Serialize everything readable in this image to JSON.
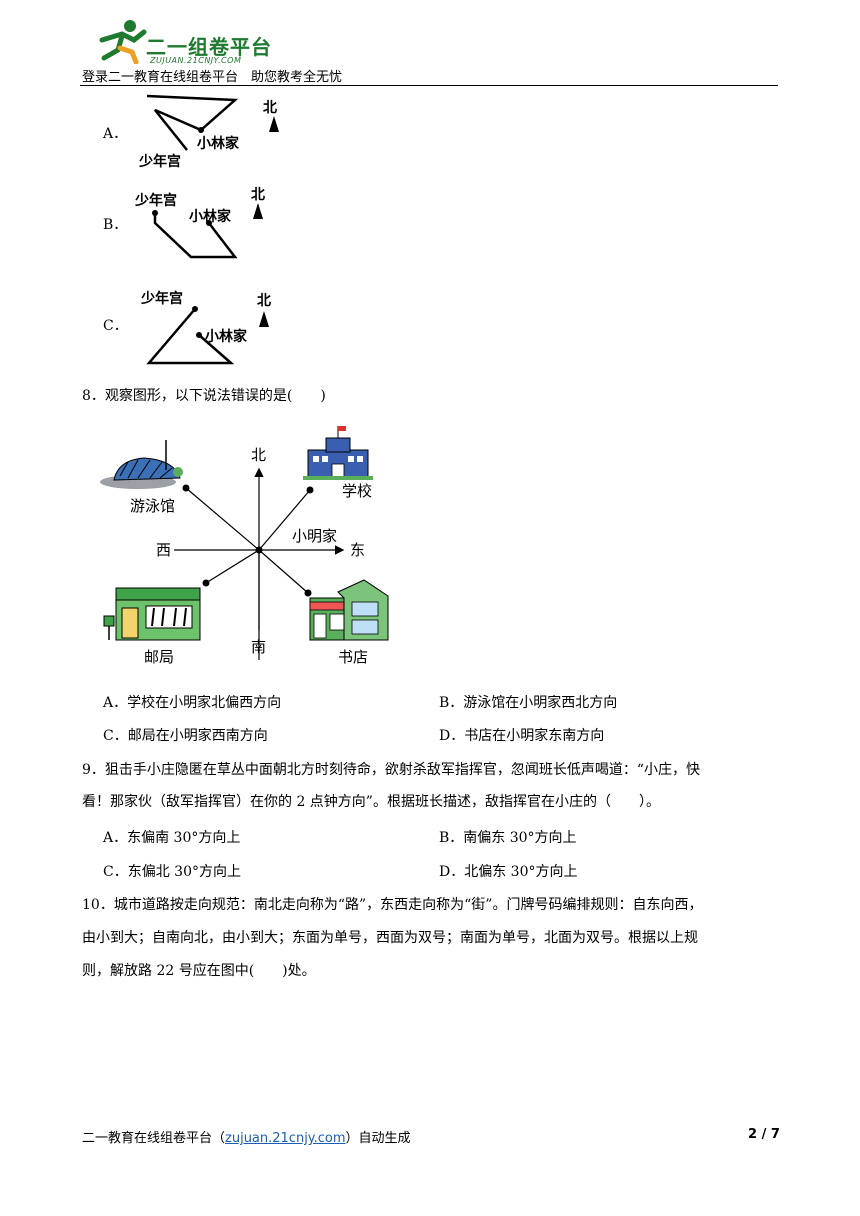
{
  "header": {
    "logo_text": "二一组卷平台",
    "logo_sub": "ZUJUAN.21CNJY.COM",
    "tagline": "登录二一教育在线组卷平台　助您教考全无忧"
  },
  "q7_options": [
    {
      "label": "A．",
      "youth_palace": "少年宫",
      "home": "小林家",
      "north": "北"
    },
    {
      "label": "B．",
      "youth_palace": "少年宫",
      "home": "小林家",
      "north": "北"
    },
    {
      "label": "C．",
      "youth_palace": "少年宫",
      "home": "小林家",
      "north": "北"
    }
  ],
  "q8": {
    "text": "8．观察图形，以下说法错误的是(　　)",
    "diagram": {
      "north": "北",
      "south": "南",
      "east": "东",
      "west": "西",
      "center": "小明家",
      "pool": "游泳馆",
      "school": "学校",
      "post": "邮局",
      "bookstore": "书店"
    },
    "choices": [
      "A．学校在小明家北偏西方向",
      "B．游泳馆在小明家西北方向",
      "C．邮局在小明家西南方向",
      "D．书店在小明家东南方向"
    ]
  },
  "q9": {
    "line1": "9．狙击手小庄隐匿在草丛中面朝北方时刻待命，欲射杀敌军指挥官，忽闻班长低声喝道：“小庄，快",
    "line2": "看！那家伙（敌军指挥官）在你的 2 点钟方向”。根据班长描述，敌指挥官在小庄的（　　）。",
    "choices": [
      "A．东偏南 30°方向上",
      "B．南偏东 30°方向上",
      "C．东偏北 30°方向上",
      "D．北偏东 30°方向上"
    ]
  },
  "q10": {
    "line1": "10．城市道路按走向规范：南北走向称为“路”，东西走向称为“街”。门牌号码编排规则：自东向西，",
    "line2": "由小到大；自南向北，由小到大；东面为单号，西面为双号；南面为单号，北面为双号。根据以上规",
    "line3": "则，解放路 22 号应在图中(　　)处。"
  },
  "footer": {
    "left_prefix": "二一教育在线组卷平台（",
    "link": "zujuan.21cnjy.com",
    "left_suffix": "）自动生成",
    "page": "2 / 7"
  },
  "colors": {
    "logo_green": "#1e7a2e",
    "logo_orange": "#f0a020",
    "link_blue": "#1a5fb4"
  }
}
